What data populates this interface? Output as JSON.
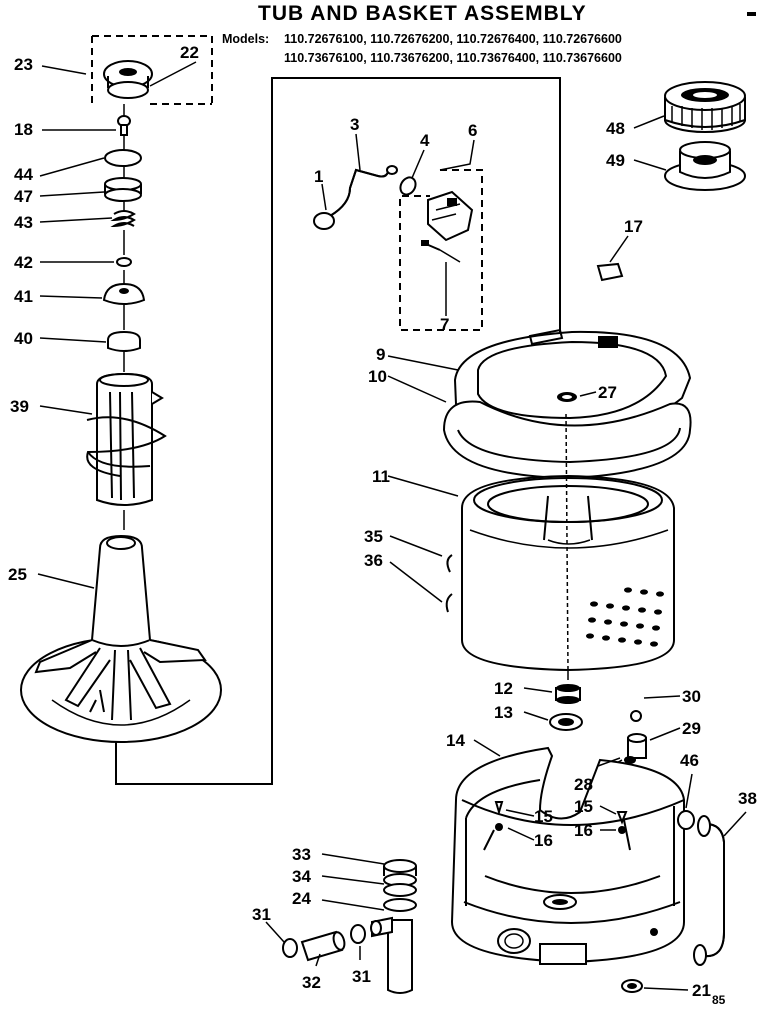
{
  "header": {
    "title": "TUB AND BASKET ASSEMBLY",
    "models_label": "Models:",
    "models_line1": "110.72676100, 110.72676200, 110.72676400, 110.72676600",
    "models_line2": "110.73676100, 110.73676200, 110.73676400, 110.73676600"
  },
  "callouts": [
    "23",
    "22",
    "18",
    "44",
    "47",
    "43",
    "42",
    "41",
    "40",
    "39",
    "25",
    "3",
    "4",
    "6",
    "1",
    "7",
    "17",
    "48",
    "49",
    "9",
    "10",
    "27",
    "11",
    "35",
    "36",
    "12",
    "13",
    "30",
    "29",
    "14",
    "28",
    "15",
    "16",
    "46",
    "38",
    "33",
    "34",
    "24",
    "31",
    "32",
    "21"
  ],
  "footer": {
    "code": "85"
  }
}
